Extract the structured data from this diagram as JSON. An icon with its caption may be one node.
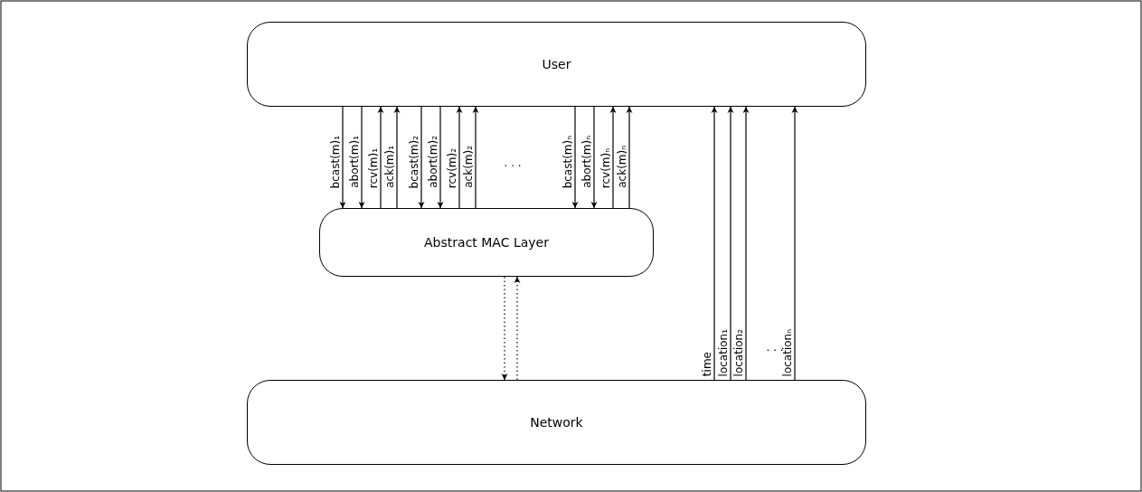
{
  "diagram": {
    "nodes": [
      {
        "text": [
          "User"
        ]
      },
      {
        "text": [
          "Abstract MAC Layer"
        ]
      },
      {
        "text": [
          "Network"
        ]
      }
    ],
    "edges": [
      {
        "from": 0,
        "to": 1,
        "arrow": "to",
        "label": "bcast(m)₁"
      },
      {
        "from": 0,
        "to": 1,
        "arrow": "to",
        "label": "abort(m)₁"
      },
      {
        "from": 1,
        "to": 0,
        "arrow": "to",
        "label": "rcv(m)₁"
      },
      {
        "from": 1,
        "to": 0,
        "arrow": "to",
        "label": "ack(m)₁"
      },
      {
        "from": 0,
        "to": 1,
        "arrow": "to",
        "label": "bcast(m)₂"
      },
      {
        "from": 0,
        "to": 1,
        "arrow": "to",
        "label": "abort(m)₂"
      },
      {
        "from": 1,
        "to": 0,
        "arrow": "to",
        "label": "rcv(m)₂"
      },
      {
        "from": 1,
        "to": 0,
        "arrow": "to",
        "label": "ack(m)₂"
      },
      {
        "from": 0,
        "to": 1,
        "arrow": "to",
        "label": "bcast(m)ₙ"
      },
      {
        "from": 0,
        "to": 1,
        "arrow": "to",
        "label": "abort(m)ₙ"
      },
      {
        "from": 1,
        "to": 0,
        "arrow": "to",
        "label": "rcv(m)ₙ"
      },
      {
        "from": 1,
        "to": 0,
        "arrow": "to",
        "label": "ack(m)ₙ"
      },
      {
        "from": 1,
        "to": 2,
        "arrow": "to",
        "style": "dashed"
      },
      {
        "from": 2,
        "to": 1,
        "arrow": "to",
        "style": "dashed"
      },
      {
        "from": 2,
        "to": 0,
        "arrow": "to",
        "label": "time"
      },
      {
        "from": 2,
        "to": 0,
        "arrow": "to",
        "label": "location₁"
      },
      {
        "from": 2,
        "to": 0,
        "arrow": "to",
        "label": "location₂"
      },
      {
        "from": 2,
        "to": 0,
        "arrow": "to",
        "label": "locationₙ"
      }
    ],
    "labels": [
      "· · ·",
      "· · ·"
    ]
  }
}
